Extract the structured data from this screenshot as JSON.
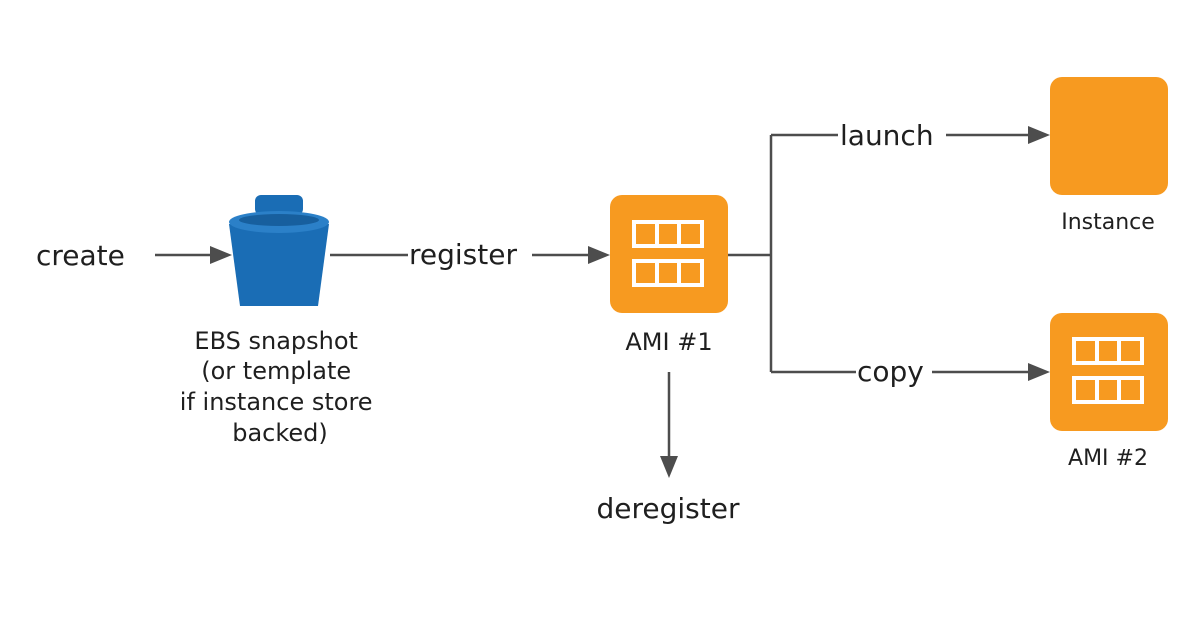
{
  "colors": {
    "ebs_blue": "#1a6db5",
    "ebs_blue_light": "#2b80c8",
    "ami_orange": "#f79a20",
    "arrow_gray": "#4d4d4d",
    "text": "#1f1f1f"
  },
  "nodes": {
    "ebs_snapshot": {
      "icon": "bucket-icon",
      "label_lines": [
        "EBS snapshot",
        "(or template",
        "if instance store",
        "backed)"
      ]
    },
    "ami1": {
      "icon": "ami-grid-icon",
      "label": "AMI #1"
    },
    "instance": {
      "icon": "instance-square-icon",
      "label": "Instance"
    },
    "ami2": {
      "icon": "ami-grid-icon",
      "label": "AMI #2"
    }
  },
  "edges": {
    "create": "create",
    "register": "register",
    "launch": "launch",
    "copy": "copy",
    "deregister": "deregister"
  }
}
